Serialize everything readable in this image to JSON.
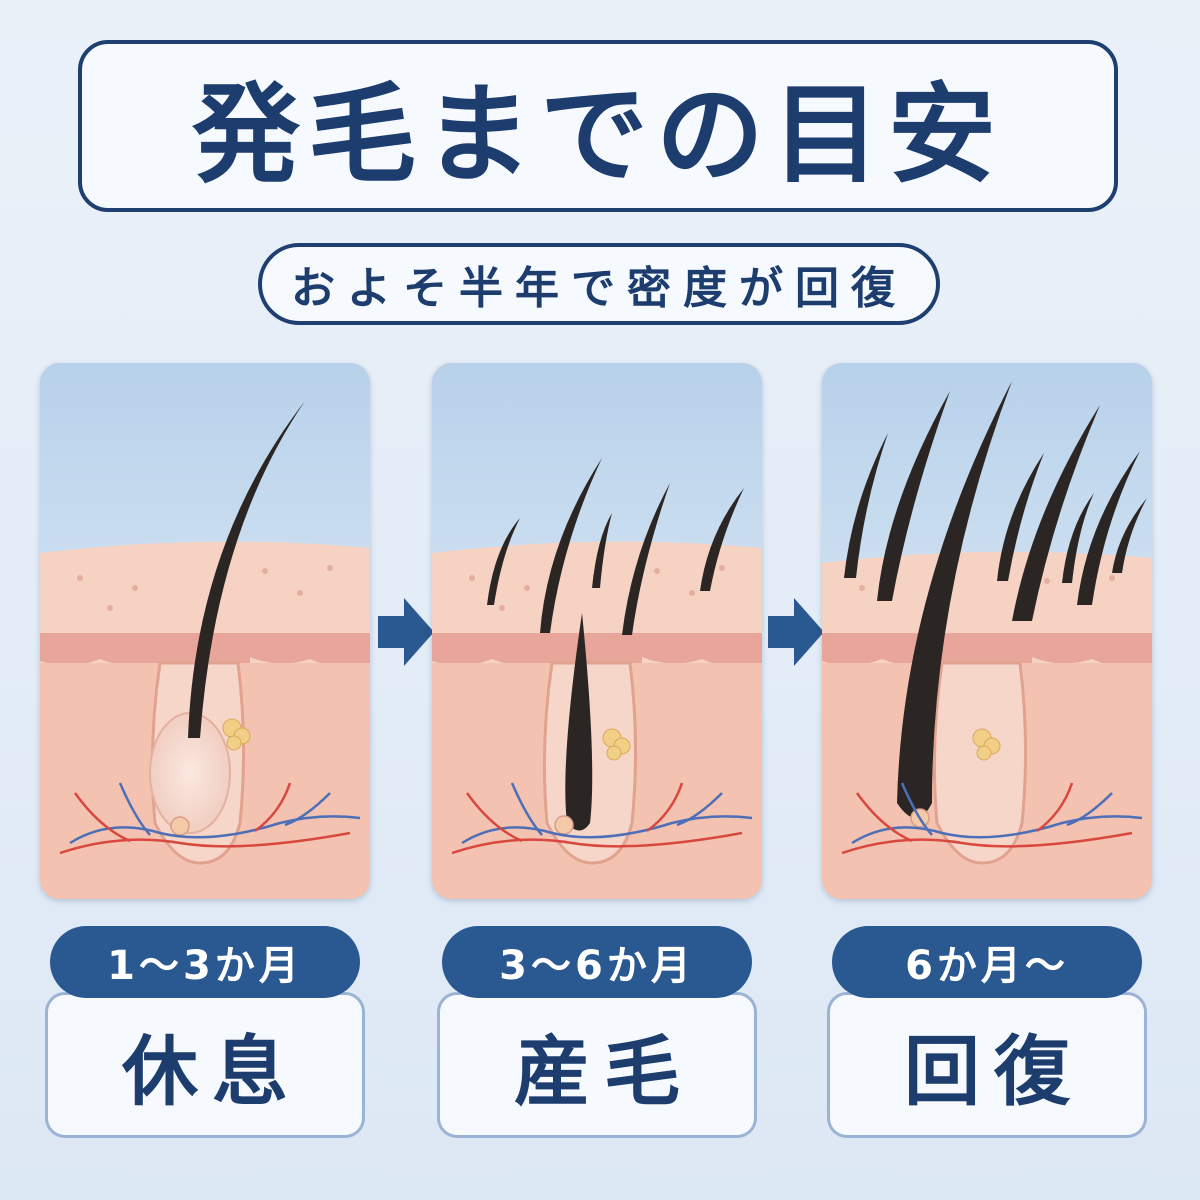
{
  "header": {
    "title": "発毛までの目安",
    "subtitle": "およそ半年で密度が回復"
  },
  "stages": [
    {
      "period": "1〜3か月",
      "label": "休息",
      "illustration": "resting-follicle-illustration"
    },
    {
      "period": "3〜6か月",
      "label": "産毛",
      "illustration": "vellus-hair-follicle-illustration"
    },
    {
      "period": "6か月〜",
      "label": "回復",
      "illustration": "recovered-hair-follicle-illustration"
    }
  ],
  "colors": {
    "navy": "#1c3d6e",
    "pill": "#2a5891",
    "skin": "#f3c8b6",
    "dermis": "#f0b7a7",
    "hair": "#2b2624",
    "vein": "#4d6fb8",
    "artery": "#d9483f",
    "sky": "#c8dcee"
  },
  "icons": [
    "arrow-right-icon"
  ]
}
